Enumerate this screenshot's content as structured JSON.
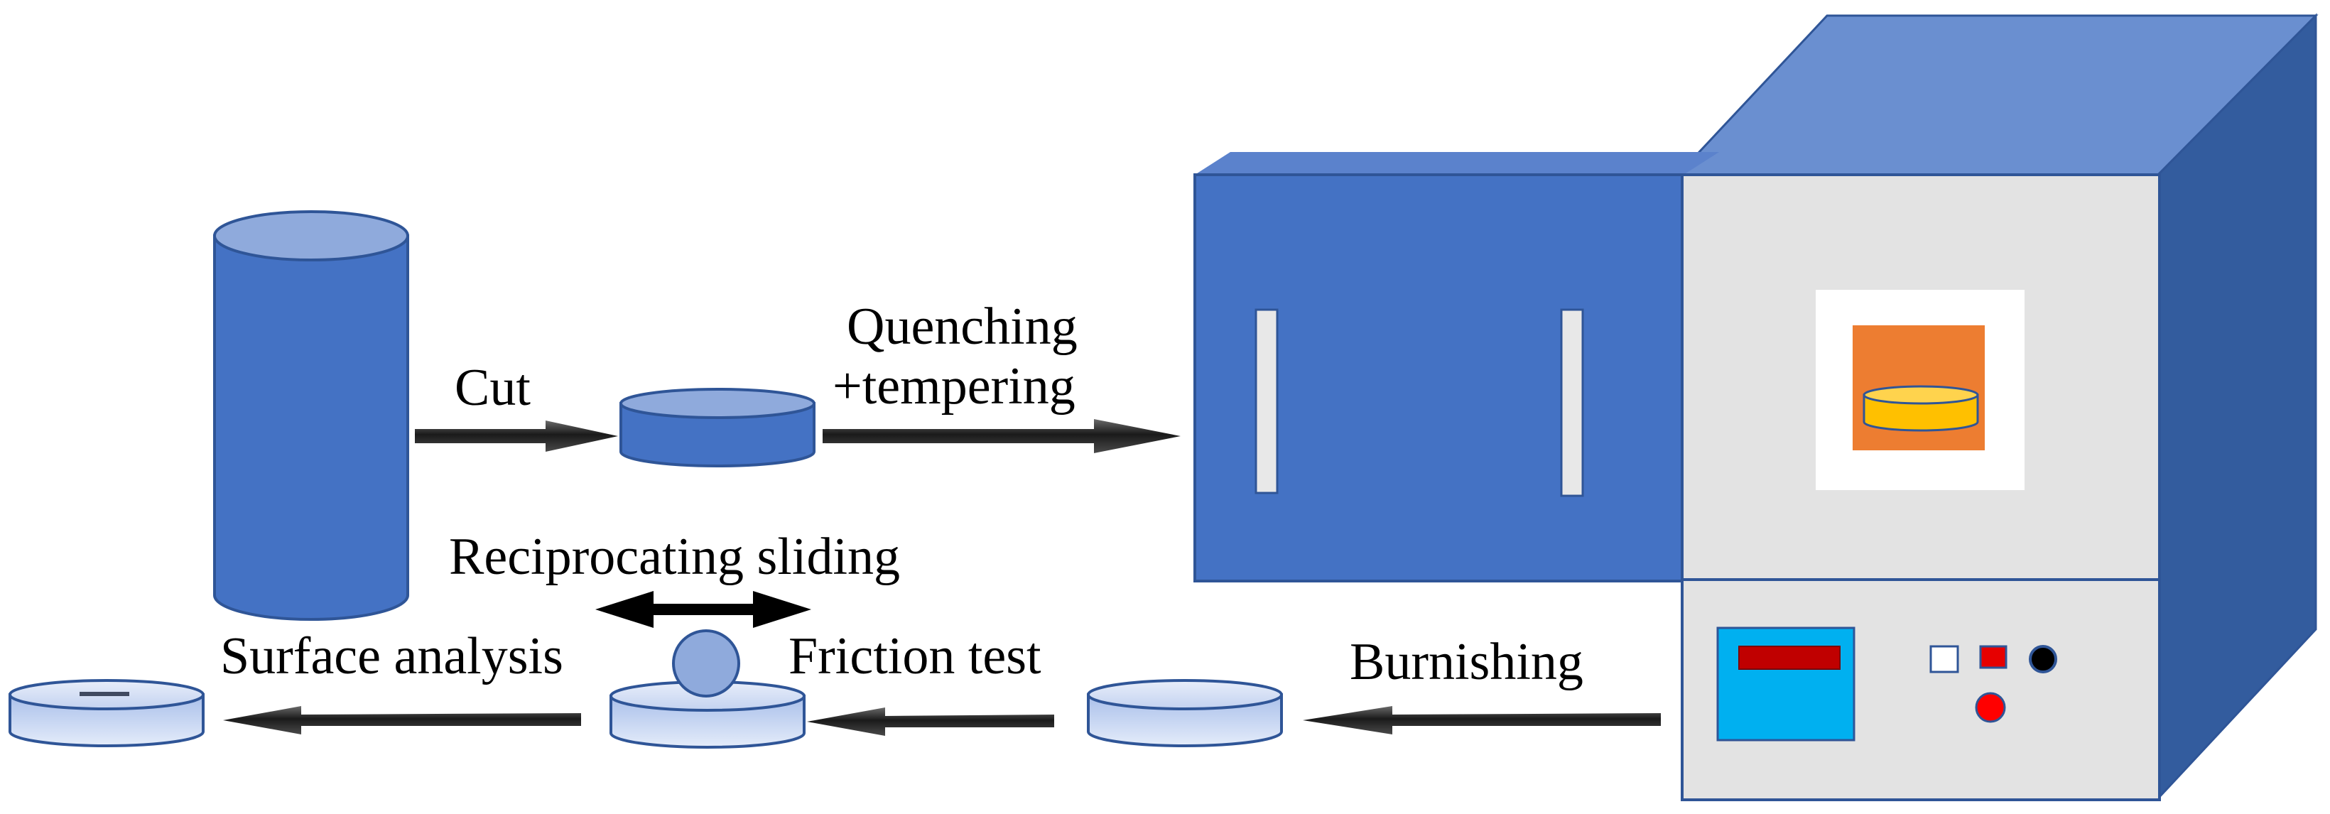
{
  "labels": {
    "cut": "Cut",
    "quenching_line1": "Quenching",
    "quenching_line2": "+tempering",
    "reciprocating": "Reciprocating sliding",
    "surface_analysis": "Surface analysis",
    "friction_test": "Friction test",
    "burnishing": "Burnishing"
  },
  "colors": {
    "blue_main": "#4472C4",
    "blue_light": "#8FAADC",
    "blue_top": "#6A8FD0",
    "blue_dark": "#2F5597",
    "furnace_grey": "#E3E3E3",
    "hot_chamber": "#ED7D31",
    "sample_gold": "#FFC000",
    "display_cyan": "#00B0F0",
    "display_red": "#C00000",
    "button_red": "#FF0000",
    "disc_light": "#C9D7F1",
    "arrow_dark": "#1E1E1E"
  },
  "icons": [
    "cylinder-rod-icon",
    "disc-icon",
    "furnace-icon",
    "ball-icon",
    "double-arrow-icon",
    "arrow-icon"
  ]
}
